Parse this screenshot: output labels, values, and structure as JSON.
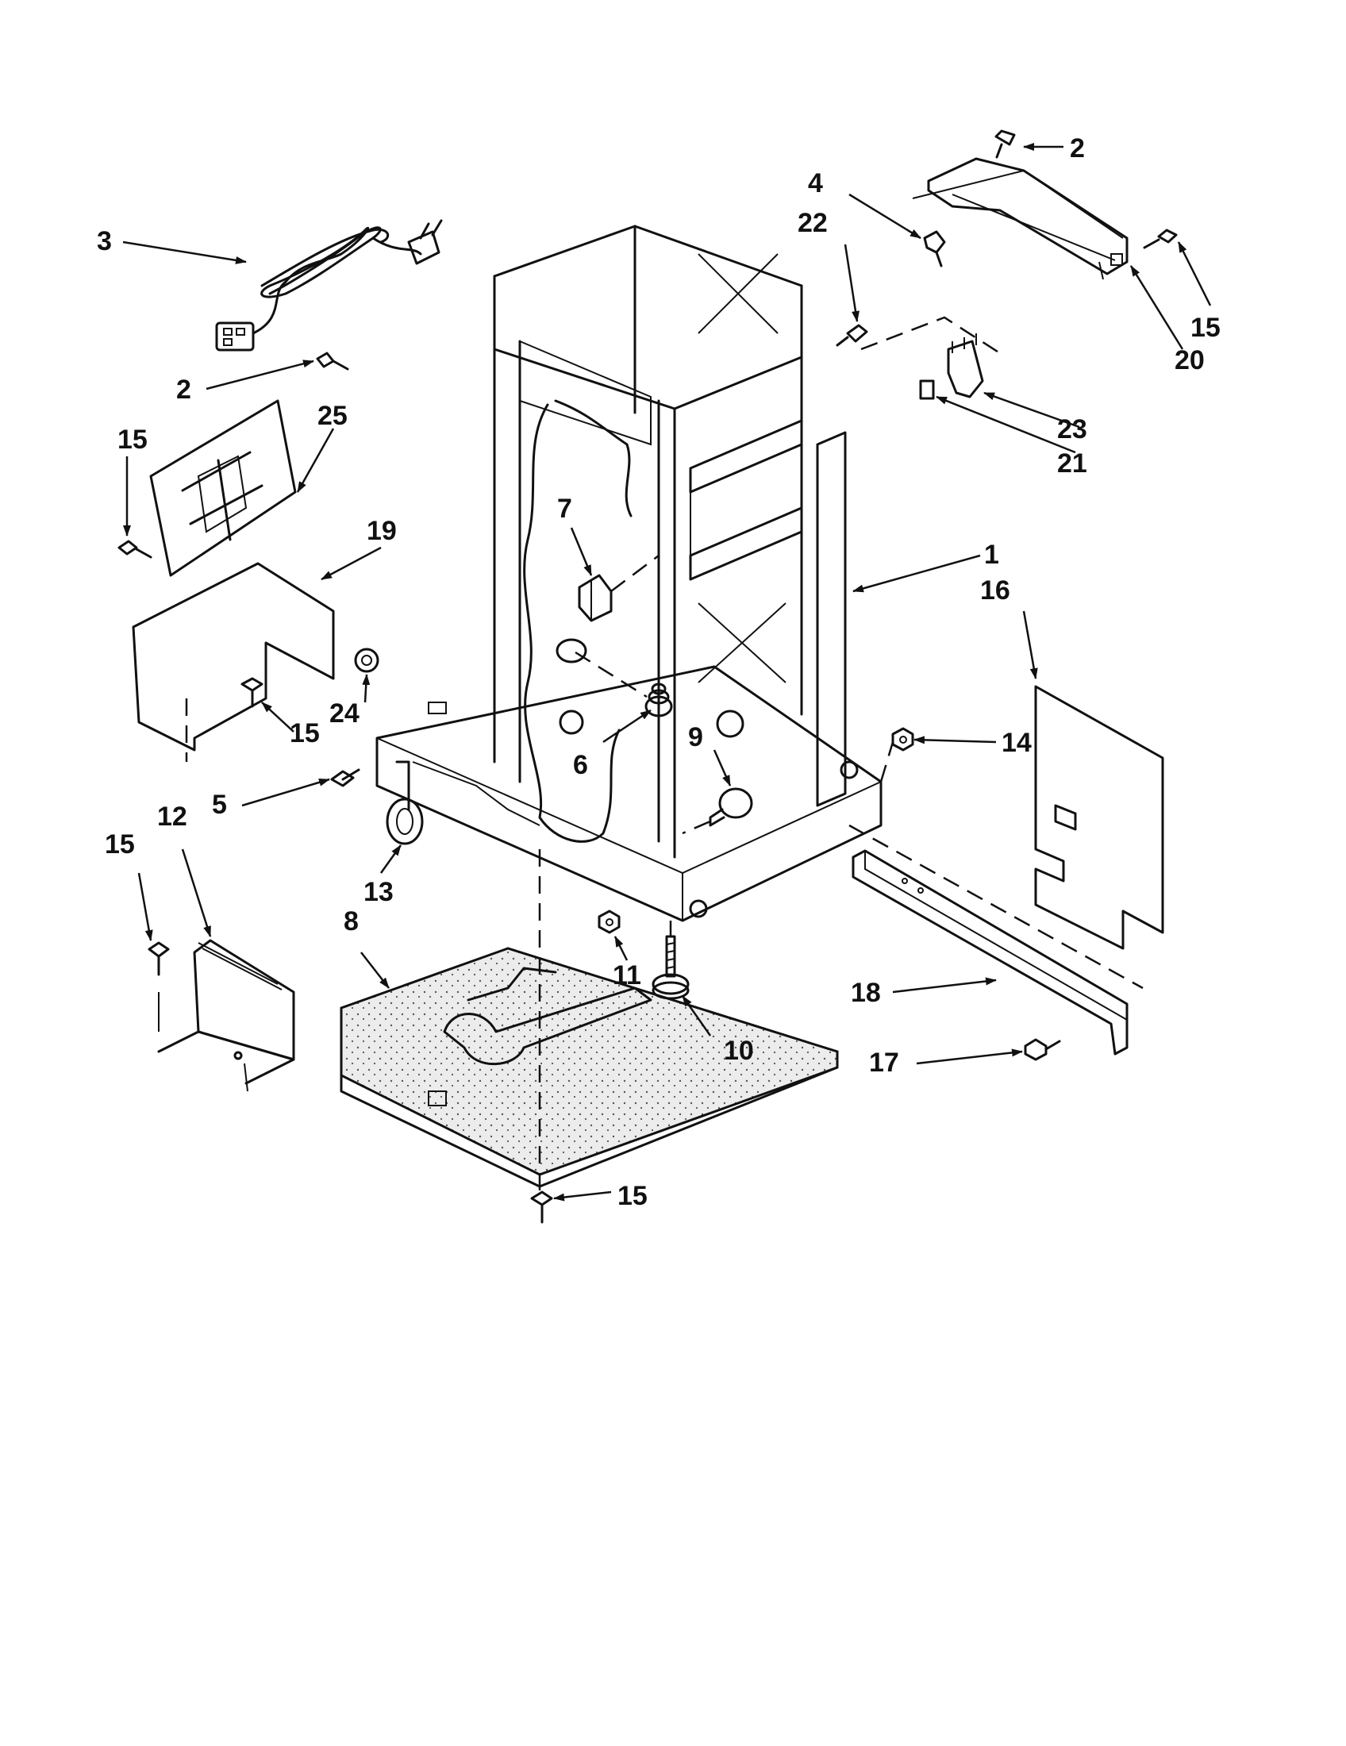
{
  "callouts": [
    {
      "id": "c1",
      "text": "1"
    },
    {
      "id": "c2a",
      "text": "2"
    },
    {
      "id": "c2b",
      "text": "2"
    },
    {
      "id": "c3",
      "text": "3"
    },
    {
      "id": "c4",
      "text": "4"
    },
    {
      "id": "c5",
      "text": "5"
    },
    {
      "id": "c6",
      "text": "6"
    },
    {
      "id": "c7",
      "text": "7"
    },
    {
      "id": "c8",
      "text": "8"
    },
    {
      "id": "c9",
      "text": "9"
    },
    {
      "id": "c10",
      "text": "10"
    },
    {
      "id": "c11",
      "text": "11"
    },
    {
      "id": "c12",
      "text": "12"
    },
    {
      "id": "c13",
      "text": "13"
    },
    {
      "id": "c14",
      "text": "14"
    },
    {
      "id": "c15a",
      "text": "15"
    },
    {
      "id": "c15b",
      "text": "15"
    },
    {
      "id": "c15c",
      "text": "15"
    },
    {
      "id": "c15d",
      "text": "15"
    },
    {
      "id": "c15e",
      "text": "15"
    },
    {
      "id": "c16",
      "text": "16"
    },
    {
      "id": "c17",
      "text": "17"
    },
    {
      "id": "c18",
      "text": "18"
    },
    {
      "id": "c19",
      "text": "19"
    },
    {
      "id": "c20",
      "text": "20"
    },
    {
      "id": "c21",
      "text": "21"
    },
    {
      "id": "c22",
      "text": "22"
    },
    {
      "id": "c23",
      "text": "23"
    },
    {
      "id": "c24",
      "text": "24"
    },
    {
      "id": "c25",
      "text": "25"
    }
  ]
}
